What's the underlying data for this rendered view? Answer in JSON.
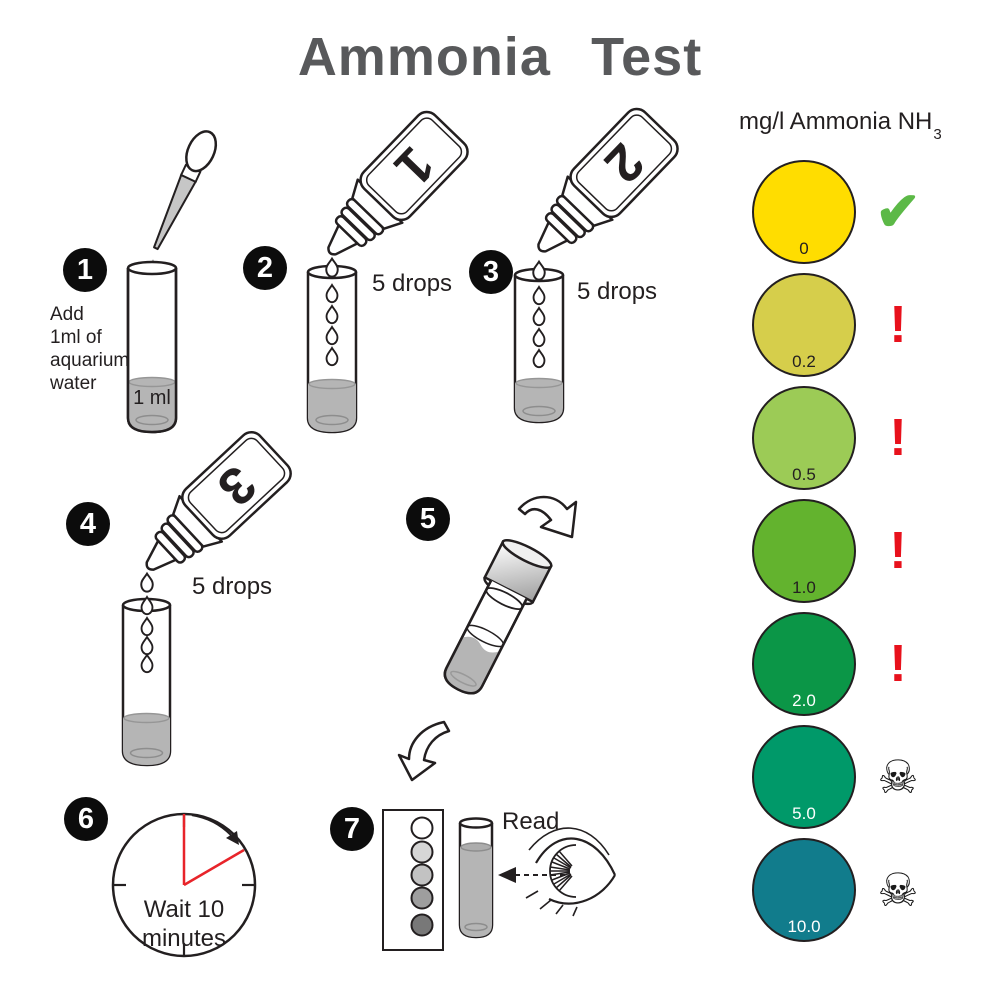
{
  "title": "Ammonia Test",
  "palette": {
    "ink": "#231f20",
    "title_gray": "#58595b",
    "liquid_gray": "#b5b5b5",
    "badge_black": "#0c0c0c",
    "hand_red": "#e8242a"
  },
  "scale": {
    "header_text": "mg/l Ammonia NH",
    "header_subscript": "3",
    "levels": [
      {
        "value": "0",
        "color": "#FFDD00",
        "value_color": "#231f20",
        "marker": "check"
      },
      {
        "value": "0.2",
        "color": "#D6CE4B",
        "value_color": "#231f20",
        "marker": "warning"
      },
      {
        "value": "0.5",
        "color": "#9CCB56",
        "value_color": "#231f20",
        "marker": "warning"
      },
      {
        "value": "1.0",
        "color": "#63B32E",
        "value_color": "#231f20",
        "marker": "warning"
      },
      {
        "value": "2.0",
        "color": "#0B9647",
        "value_color": "#ffffff",
        "marker": "warning"
      },
      {
        "value": "5.0",
        "color": "#009969",
        "value_color": "#ffffff",
        "marker": "skull"
      },
      {
        "value": "10.0",
        "color": "#117C8C",
        "value_color": "#ffffff",
        "marker": "skull"
      }
    ],
    "icons": {
      "check": {
        "glyph": "✔",
        "color": "#5CB947"
      },
      "warning": {
        "glyph": "!",
        "color": "#E8111C"
      },
      "skull": {
        "glyph": "☠",
        "color": "#1a1a1a"
      }
    }
  },
  "steps": {
    "step1": {
      "number": "1",
      "instruction": "Add\n1ml of\naquarium\nwater",
      "tube_label": "1 ml"
    },
    "step2": {
      "number": "2",
      "bottle_label": "1",
      "drops_label": "5 drops"
    },
    "step3": {
      "number": "3",
      "bottle_label": "2",
      "drops_label": "5 drops"
    },
    "step4": {
      "number": "4",
      "bottle_label": "3",
      "drops_label": "5 drops"
    },
    "step5": {
      "number": "5"
    },
    "step6": {
      "number": "6",
      "clock_label": "Wait 10\nminutes"
    },
    "step7": {
      "number": "7",
      "read_label": "Read"
    }
  }
}
